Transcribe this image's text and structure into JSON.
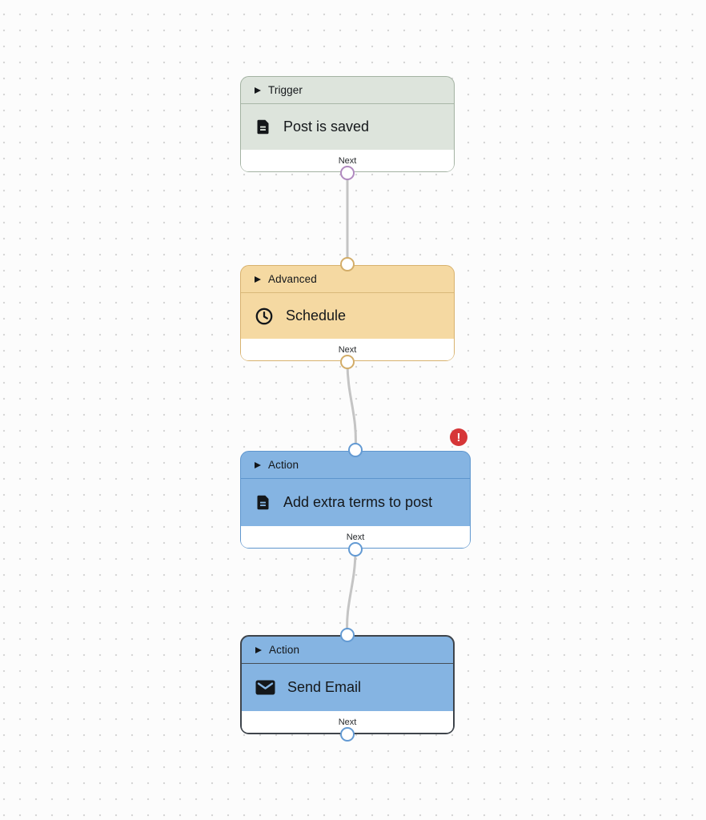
{
  "canvas": {
    "background_color": "#fcfcfc",
    "dot_color": "#d6d6d6",
    "wire_color": "#c4c4c4"
  },
  "nodes": [
    {
      "category": "Trigger",
      "label": "Post is saved",
      "icon": "document-icon",
      "ports": {
        "output_label": "Next"
      },
      "colors": {
        "fill": "#dde4dc",
        "border": "#a3b2a2",
        "divider": "#a9b7a8",
        "port": "#b18ac0"
      }
    },
    {
      "category": "Advanced",
      "label": "Schedule",
      "icon": "clock-icon",
      "ports": {
        "output_label": "Next"
      },
      "colors": {
        "fill": "#f5d9a2",
        "border": "#d8b26e",
        "divider": "#d9b97a",
        "port": "#d3ad69"
      }
    },
    {
      "category": "Action",
      "label": "Add extra terms to post",
      "icon": "document-icon",
      "ports": {
        "output_label": "Next"
      },
      "colors": {
        "fill": "#85b4e2",
        "border": "#5e96ce",
        "divider": "#5d95cd",
        "port": "#639ad3"
      },
      "error_badge": {
        "symbol": "!",
        "color": "#d63638"
      }
    },
    {
      "category": "Action",
      "label": "Send Email",
      "icon": "email-icon",
      "selected": true,
      "ports": {
        "output_label": "Next"
      },
      "colors": {
        "fill": "#85b4e2",
        "border": "#3e444b",
        "divider": "#454e56",
        "port": "#639ad3"
      }
    }
  ],
  "connections": [
    {
      "from": "Post is saved",
      "from_port": "Next",
      "to": "Schedule"
    },
    {
      "from": "Schedule",
      "from_port": "Next",
      "to": "Add extra terms to post"
    },
    {
      "from": "Add extra terms to post",
      "from_port": "Next",
      "to": "Send Email"
    }
  ]
}
